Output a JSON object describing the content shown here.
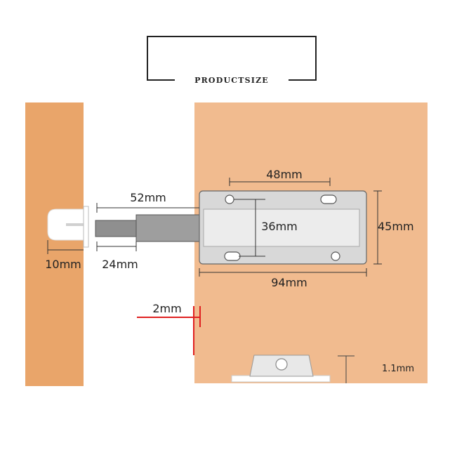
{
  "header": {
    "title": "PRODUCTSIZE"
  },
  "dimensions": {
    "d52": "52mm",
    "d48": "48mm",
    "d36": "36mm",
    "d45": "45mm",
    "d10": "10mm",
    "d24": "24mm",
    "d94": "94mm",
    "d2": "2mm",
    "d1_1": "1.1mm"
  },
  "colors": {
    "left_panel": "#e9a56a",
    "right_panel": "#f1bb8f",
    "latch_body": "#d8d8d8",
    "accent_red": "#e02020"
  }
}
